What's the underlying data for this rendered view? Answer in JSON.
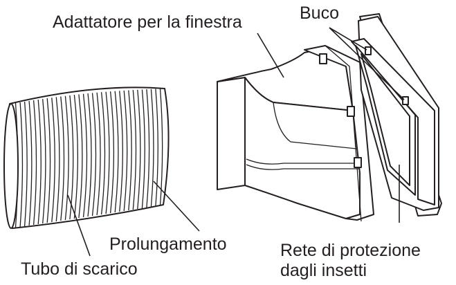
{
  "labels": {
    "window_adapter": "Adattatore per la finestra",
    "hole": "Buco",
    "extension": "Prolungamento",
    "exhaust_hose": "Tubo di scarico",
    "insect_net_line1": "Rete di protezione",
    "insect_net_line2": "dagli insetti"
  },
  "colors": {
    "line": "#231f20",
    "background": "#ffffff"
  }
}
